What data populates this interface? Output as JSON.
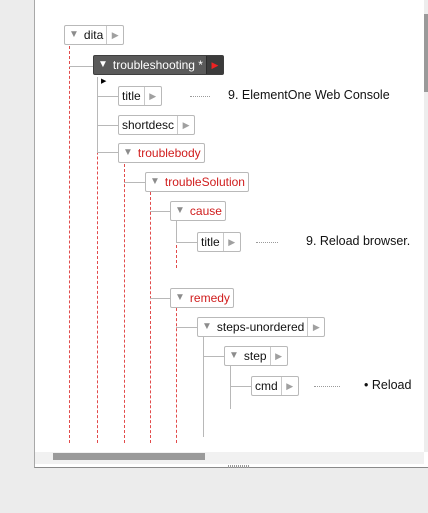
{
  "tree": {
    "dita": "dita",
    "troubleshooting": "troubleshooting *",
    "title1": "title",
    "title1_text": "9. ElementOne Web Console",
    "shortdesc": "shortdesc",
    "troublebody": "troublebody",
    "troubleSolution": "troubleSolution",
    "cause": "cause",
    "title2": "title",
    "title2_text": "9. Reload browser.",
    "remedy": "remedy",
    "steps_unordered": "steps-unordered",
    "step": "step",
    "cmd": "cmd",
    "cmd_text": "• Reload"
  },
  "icons": {
    "expand": "triangle-down-icon",
    "arrow": "triangle-right-icon"
  },
  "colors": {
    "selected_node": "#5a5a5a",
    "red_element": "#d01c1c",
    "guide_dashed": "#e24b4b"
  }
}
